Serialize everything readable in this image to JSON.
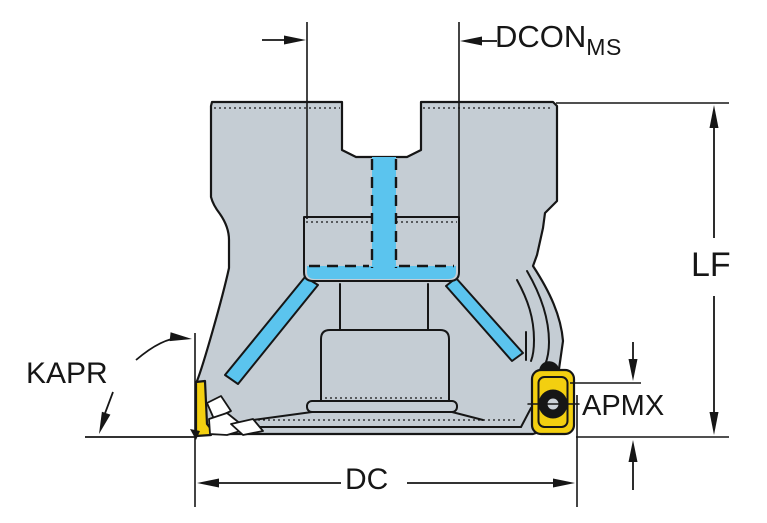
{
  "figure": {
    "type": "technical dimension diagram",
    "subject": "indexable face milling cutter, front view with internal coolant channels and mounted inserts",
    "background": "#ffffff"
  },
  "dimension_labels": {
    "dcon": {
      "base": "DCON",
      "sub": "MS"
    },
    "lf": "LF",
    "kapr": "KAPR",
    "dc": "DC",
    "apmx": "APMX"
  },
  "colors": {
    "background": "#ffffff",
    "body_gray": "#c5cdd4",
    "coolant_blue": "#5bc4ee",
    "insert_yellow": "#f3cf10",
    "screw_center_gray": "#ccd2d8",
    "outline_black": "#161616"
  }
}
